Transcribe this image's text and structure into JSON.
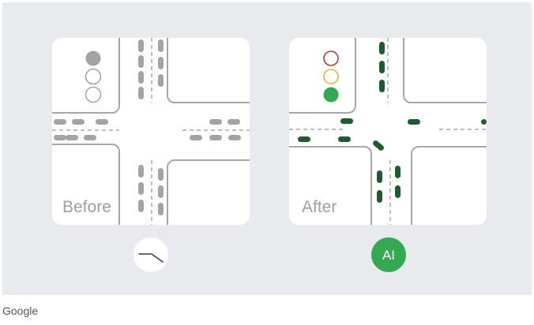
{
  "panels": {
    "before": {
      "label": "Before"
    },
    "after": {
      "label": "After"
    }
  },
  "badges": {
    "after_text": "AI"
  },
  "footer": {
    "caption": "Google"
  },
  "colors": {
    "background": "#e8eaed",
    "tile": "#ffffff",
    "road_line": "#a7a7a7",
    "before_car": "#a3a3a3",
    "after_car": "#1e5a32",
    "light_red": "#c0392b",
    "light_yellow": "#e0b94a",
    "light_green": "#34a853",
    "ai_badge": "#34a853"
  },
  "lights": {
    "before": [
      "off-dark",
      "off",
      "off"
    ],
    "after": [
      "red-outline",
      "yellow-outline",
      "green-on"
    ]
  }
}
